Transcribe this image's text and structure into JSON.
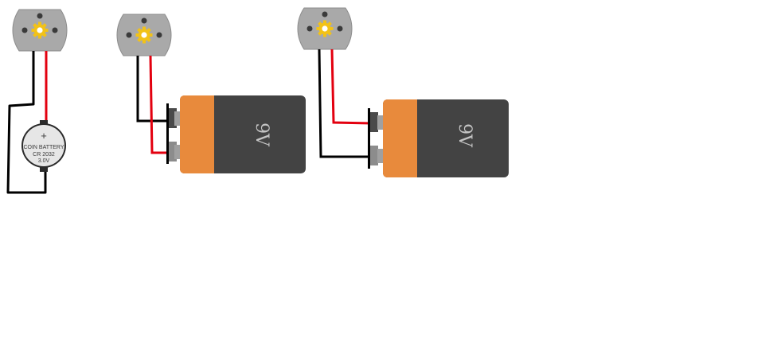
{
  "colors": {
    "background": "#ffffff",
    "motor_body": "#a9a9a9",
    "motor_edge": "#8c8c8c",
    "motor_gear": "#f2c218",
    "wire_black": "#000000",
    "wire_red": "#e3000f",
    "battery_9v_body": "#434343",
    "battery_9v_band": "#e88a3c",
    "terminal": "#a0a0a0",
    "coin_cell_body": "#e6e6e6",
    "coin_cell_holder": "#2b2b2b"
  },
  "components": [
    {
      "kind": "dc-motor",
      "icon": "gear-icon"
    },
    {
      "kind": "coin-battery",
      "text": {
        "plus": "+",
        "line1": "COIN BATTERY",
        "line2": "CR 2032",
        "line3": "3.0V"
      }
    },
    {
      "kind": "dc-motor",
      "icon": "gear-icon"
    },
    {
      "kind": "battery-9v",
      "label": "9V"
    },
    {
      "kind": "dc-motor",
      "icon": "gear-icon"
    },
    {
      "kind": "battery-9v",
      "label": "9V"
    }
  ]
}
